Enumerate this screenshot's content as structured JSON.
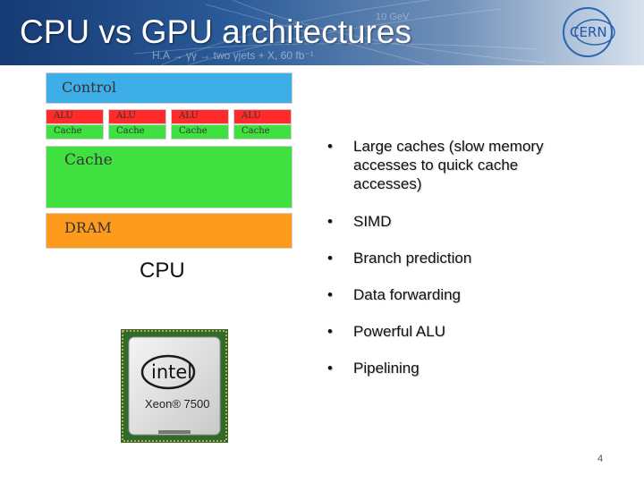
{
  "header": {
    "title": "CPU vs GPU architectures",
    "logo_text": "CERN",
    "background_physics_text": [
      "H.A → γγ → two γjets + X, 60 fb⁻¹",
      "10 GeV"
    ]
  },
  "diagram": {
    "control_label": "Control",
    "alu_labels": [
      "ALU",
      "ALU",
      "ALU",
      "ALU"
    ],
    "small_cache_labels": [
      "Cache",
      "Cache",
      "Cache",
      "Cache"
    ],
    "cache_label": "Cache",
    "dram_label": "DRAM",
    "colors": {
      "control": "#3eaee8",
      "alu": "#ff2a2a",
      "cache": "#3fe03f",
      "dram": "#ff9b1c"
    }
  },
  "cpu_label": "CPU",
  "chip": {
    "brand": "intel",
    "model": "Xeon® 7500"
  },
  "bullet_symbol": "•",
  "bullets": [
    "Large caches (slow memory accesses to quick cache accesses)",
    "SIMD",
    "Branch prediction",
    "Data forwarding",
    "Powerful ALU",
    "Pipelining"
  ],
  "page_number": "4"
}
